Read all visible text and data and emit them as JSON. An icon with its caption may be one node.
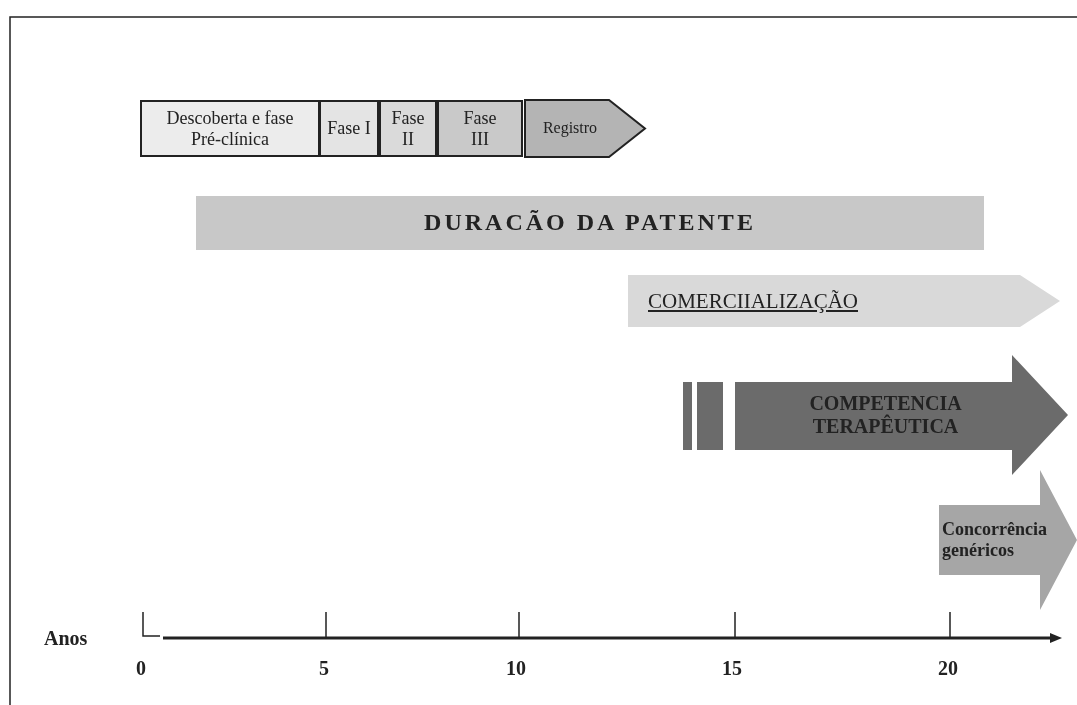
{
  "diagram": {
    "nodes": [
      {
        "text": [
          "Descoberta e fase Pré-clínica"
        ]
      },
      {
        "text": [
          "Fase I"
        ]
      },
      {
        "text": [
          "Fase II"
        ]
      },
      {
        "text": [
          "Fase III"
        ]
      },
      {
        "text": [
          "Registro"
        ]
      },
      {
        "text": [
          "DURACÃO DA PATENTE"
        ]
      },
      {
        "text": [
          "COMERCIIALIZAÇÃO"
        ]
      },
      {
        "text": [
          "COMPETENCIA TERAPÊUTICA"
        ]
      },
      {
        "text": [
          "Concorrência genéricos"
        ]
      }
    ],
    "labels": [
      "Anos",
      "0",
      "5",
      "10",
      "15",
      "20"
    ]
  }
}
